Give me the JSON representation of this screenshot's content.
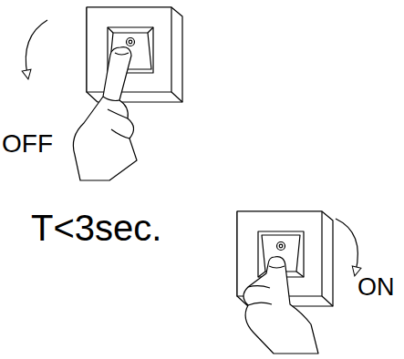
{
  "diagram": {
    "labels": [
      "OFF",
      "T<3sec.",
      "ON"
    ]
  }
}
